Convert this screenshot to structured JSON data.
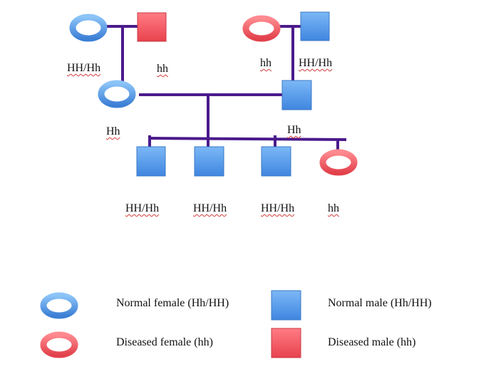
{
  "colors": {
    "line": "#4b1a8c",
    "female_normal_fill": "#4f90de",
    "female_normal_stroke": "#2f6fb8",
    "female_diseased_fill": "#ef5c65",
    "female_diseased_stroke": "#c93d48",
    "male_normal_fill": "#5da2ee",
    "male_normal_stroke": "#3b78c4",
    "male_diseased_fill": "#f2565f",
    "male_diseased_stroke": "#c83a44"
  },
  "genotypes": {
    "gp_left_female": "HH/Hh",
    "gp_left_male": "hh",
    "gp_right_female": "hh",
    "gp_right_male": "HH/Hh",
    "parent_female": "Hh",
    "parent_male": "Hh",
    "child_1": "HH/Hh",
    "child_2": "HH/Hh",
    "child_3": "HH/Hh",
    "child_4": "hh"
  },
  "legend": {
    "normal_female": "Normal female (Hh/HH)",
    "diseased_female": "Diseased female (hh)",
    "normal_male": "Normal male (Hh/HH)",
    "diseased_male": "Diseased male (hh)"
  }
}
